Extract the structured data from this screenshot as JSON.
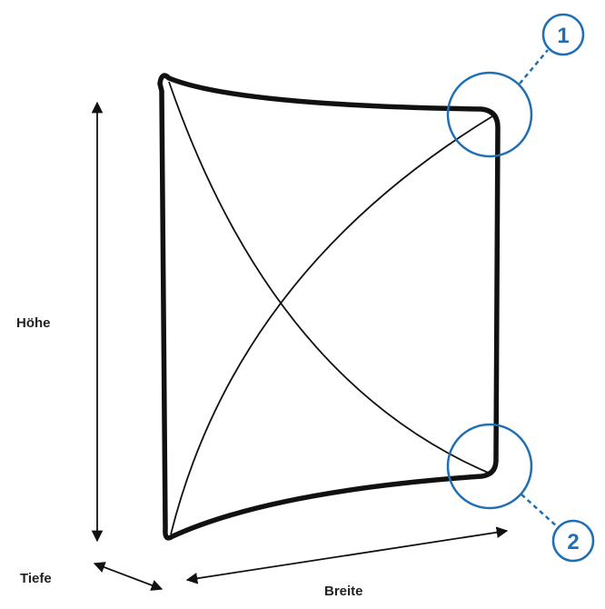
{
  "labels": {
    "height": "Höhe",
    "depth": "Tiefe",
    "width": "Breite"
  },
  "callouts": [
    {
      "number": "1"
    },
    {
      "number": "2"
    }
  ],
  "colors": {
    "frame": "#111111",
    "accent": "#1f6fb5",
    "text": "#222222"
  }
}
